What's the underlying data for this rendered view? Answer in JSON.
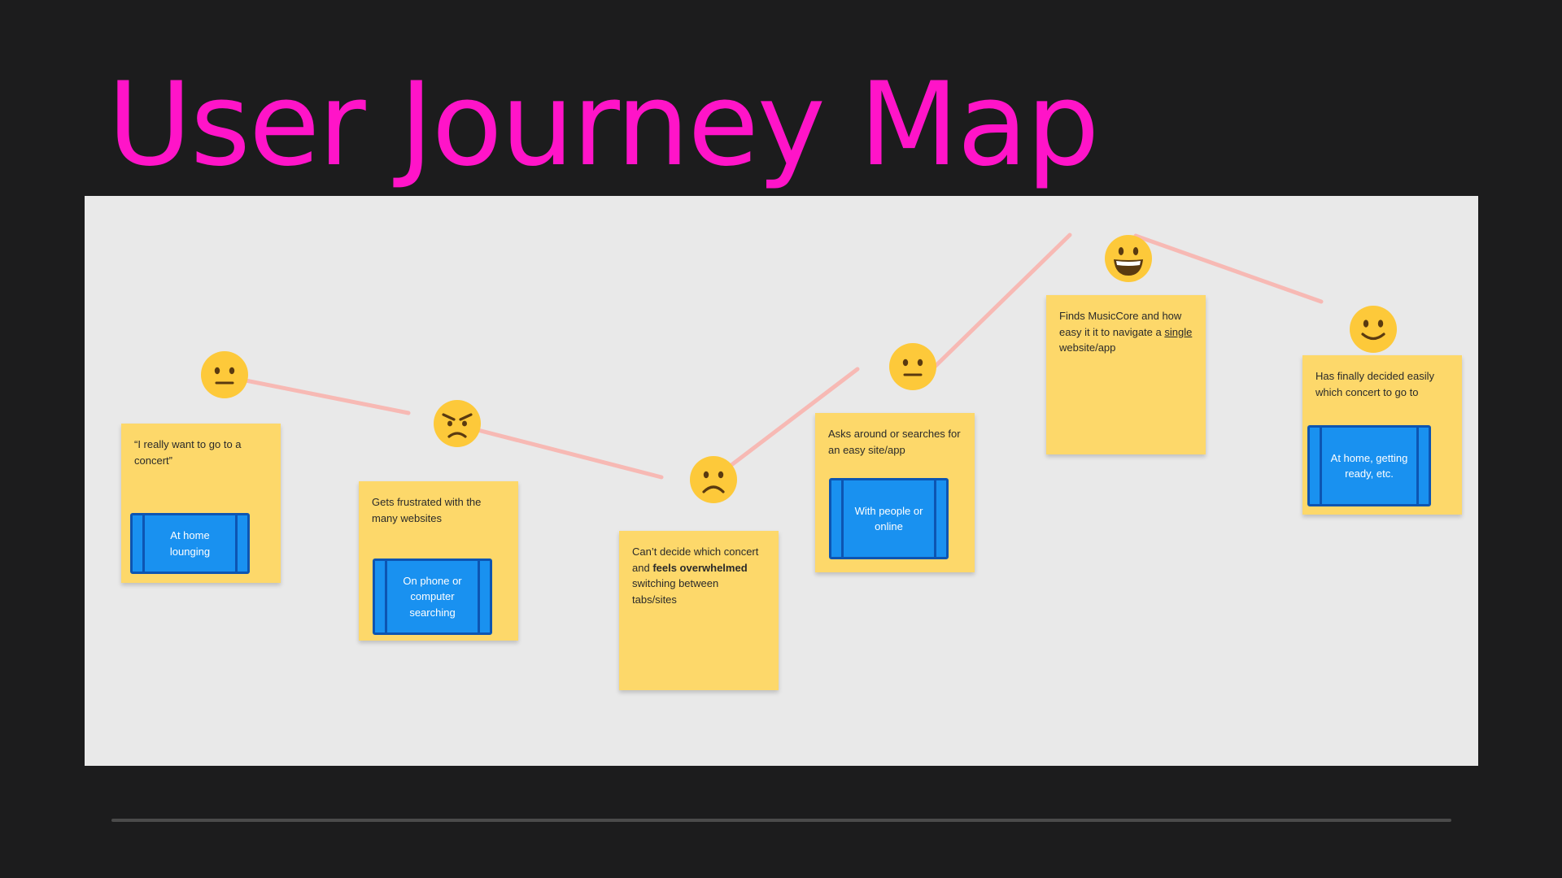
{
  "title": "User Journey Map",
  "colors": {
    "background": "#1c1c1d",
    "title": "#ff14c8",
    "board": "#e9e9e9",
    "sticky_note": "#fdd86a",
    "context_card": "#1991f0",
    "context_card_border": "#0d55b2",
    "journey_line": "#f7b9b4",
    "emoji_face": "#fdc93a"
  },
  "stages": [
    {
      "emotion": "neutral",
      "icon": "neutral-face-icon",
      "note_html": "“I really want to go to a concert”",
      "context": "At home lounging"
    },
    {
      "emotion": "angry",
      "icon": "angry-face-icon",
      "note_html": "Gets frustrated with the many websites",
      "context": "On phone or computer searching"
    },
    {
      "emotion": "sad",
      "icon": "frowning-face-icon",
      "note_html": "Can’t decide which concert and <b>feels overwhelmed</b> switching between tabs/sites",
      "context": null
    },
    {
      "emotion": "neutral",
      "icon": "neutral-face-icon",
      "note_html": "Asks around or searches for an easy site/app",
      "context": "With people or online"
    },
    {
      "emotion": "very happy",
      "icon": "grinning-face-icon",
      "note_html": "Finds MusicCore and how easy it it to navigate a <u>single</u> website/app",
      "context": null
    },
    {
      "emotion": "happy",
      "icon": "smiling-face-icon",
      "note_html": "Has finally decided easily which concert to go to",
      "context": "At home, getting ready, etc."
    }
  ]
}
